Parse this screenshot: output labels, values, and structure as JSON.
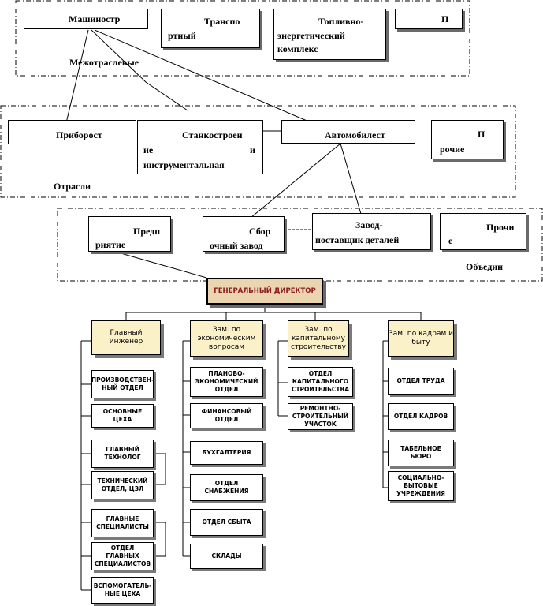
{
  "top_section": {
    "label": "Межотраслевые",
    "boxes": [
      {
        "line1": "Машиностр",
        "line2": ""
      },
      {
        "line1": "Транспо",
        "line2": "ртный"
      },
      {
        "line1": "Топливно-",
        "line2": "энергетический",
        "line3": "комплекс"
      },
      {
        "line1": "П",
        "line2": ""
      }
    ]
  },
  "mid_section": {
    "label": "Отрасли",
    "boxes": [
      {
        "line1": "Приборост",
        "line2": ""
      },
      {
        "line1": "Станкостроен",
        "line2a": "ие",
        "line2b": "и",
        "line3": "инструментальная"
      },
      {
        "line1": "Автомобилест",
        "line2": ""
      },
      {
        "line1": "П",
        "line2": "рочие"
      }
    ]
  },
  "low_section": {
    "label": "Объедин",
    "boxes": [
      {
        "line1": "Предп",
        "line2": "риятие"
      },
      {
        "line1": "Сбор",
        "line2": "очный завод"
      },
      {
        "line1": "Завод-",
        "line2": "поставщик деталей"
      },
      {
        "line1": "Прочи",
        "line2": "е"
      }
    ]
  },
  "org": {
    "director": "ГЕНЕРАЛЬНЫЙ ДИРЕКТОР",
    "heads": [
      {
        "text": "Главный инженер"
      },
      {
        "text": "Зам. по экономическим вопросам"
      },
      {
        "text": "Зам. по капитальному строительству"
      },
      {
        "text": "Зам. по кадрам и быту"
      }
    ],
    "col1": [
      "ПРОИЗВОДСТВЕН- НЫЙ ОТДЕЛ",
      "ОСНОВНЫЕ ЦЕХА",
      "ГЛАВНЫЙ ТЕХНОЛОГ",
      "ТЕХНИЧЕСКИЙ ОТДЕЛ, ЦЗЛ",
      "ГЛАВНЫЕ СПЕЦИАЛИСТЫ",
      "ОТДЕЛ ГЛАВНЫХ СПЕЦИАЛИСТОВ",
      "ВСПОМОГАТЕЛЬ- НЫЕ ЦЕХА"
    ],
    "col2": [
      "ПЛАНОВО- ЭКОНОМИЧЕСКИЙ ОТДЕЛ",
      "ФИНАНСОВЫЙ ОТДЕЛ",
      "БУХГАЛТЕРИЯ",
      "ОТДЕЛ СНАБЖЕНИЯ",
      "ОТДЕЛ СБЫТА",
      "СКЛАДЫ"
    ],
    "col3": [
      "ОТДЕЛ КАПИТАЛЬНОГО СТРОИТЕЛЬСТВА",
      "РЕМОНТНО- СТРОИТЕЛЬНЫЙ УЧАСТОК"
    ],
    "col4": [
      "ОТДЕЛ ТРУДА",
      "ОТДЕЛ КАДРОВ",
      "ТАБЕЛЬНОЕ БЮРО",
      "СОЦИАЛЬНО- БЫТОВЫЕ УЧРЕЖДЕНИЯ"
    ]
  }
}
